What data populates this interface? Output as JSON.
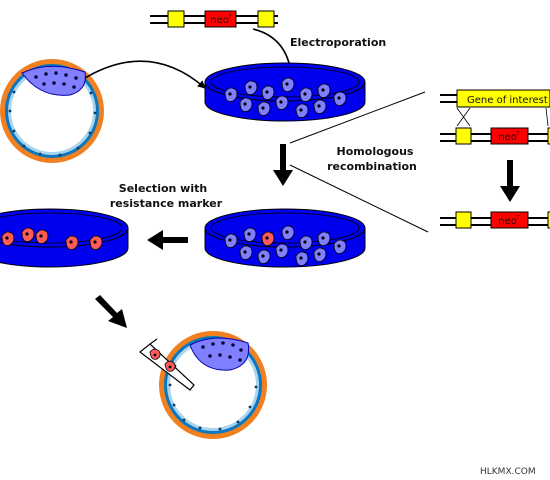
{
  "labels": {
    "electroporation": "Electroporation",
    "homologous_1": "Homologous",
    "homologous_2": "recombination",
    "selection_1": "Selection with",
    "selection_2": "resistance marker",
    "gene_of_interest": "Gene of interest",
    "neo_base": "neo",
    "neo_sup": "r",
    "watermark": "HLKMX.COM"
  },
  "colors": {
    "dish": "#0000ee",
    "dish_dark": "#0000aa",
    "cell_blue": "#7f7fff",
    "cell_red": "#ff5b5b",
    "neo_box": "#ff0000",
    "selection_box": "#ffff00",
    "embryo_ring": "#f08020",
    "embryo_edge": "#0a77c0",
    "gene_bar": "#ffff00"
  },
  "icons": {
    "arrow_down": "solid-down-arrow-icon",
    "arrow_left": "solid-left-arrow-icon",
    "arrow_diag": "solid-diagonal-arrow-icon",
    "curve_arrow": "curved-arrow-icon"
  }
}
